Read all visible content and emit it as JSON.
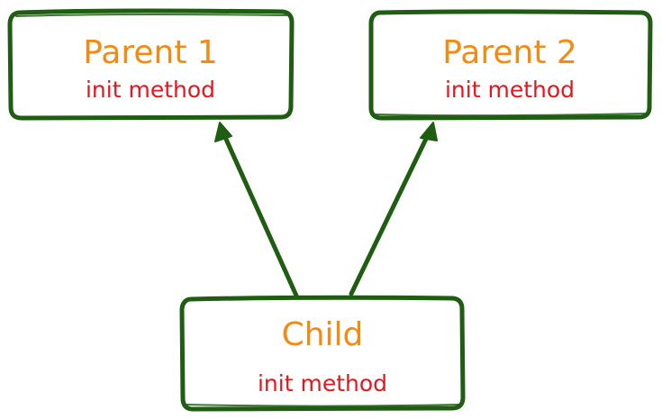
{
  "diagram": {
    "parent1": {
      "title": "Parent 1",
      "subtitle": "init method"
    },
    "parent2": {
      "title": "Parent 2",
      "subtitle": "init method"
    },
    "child": {
      "title": "Child",
      "subtitle": "init method"
    },
    "colors": {
      "border": "#1f5e12",
      "title": "#f58a12",
      "subtitle": "#e8141e",
      "background": "#ffffff"
    }
  }
}
